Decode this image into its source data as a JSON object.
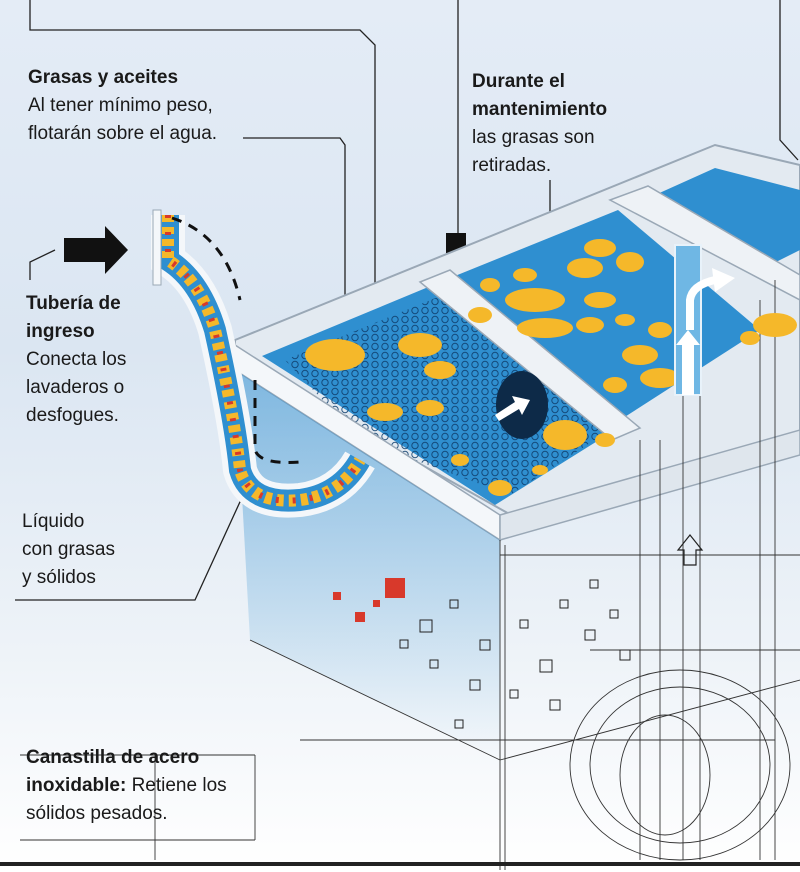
{
  "labels": {
    "grasas": {
      "title": "Grasas y aceites",
      "line1": "Al tener mínimo peso,",
      "line2": "flotarán sobre el agua."
    },
    "mantenimiento": {
      "title1": "Durante el",
      "title2": "mantenimiento",
      "line1": "las grasas son",
      "line2": "retiradas."
    },
    "tuberia": {
      "title1": "Tubería de",
      "title2": "ingreso",
      "line1": "Conecta los",
      "line2": "lavaderos o",
      "line3": "desfogues."
    },
    "liquido": {
      "line1": "Líquido",
      "line2": "con grasas",
      "line3": "y sólidos"
    },
    "canastilla": {
      "title1": "Canastilla de acero",
      "title2": "inoxidable:",
      "line1": " Retiene los",
      "line2": "sólidos pesados."
    }
  },
  "colors": {
    "water": "#2f8fd0",
    "water_dark": "#1b5f9a",
    "grease": "#f5b82a",
    "solids": "#d8392b",
    "tank_wall": "#dfe7ef",
    "line": "#222222"
  },
  "icons": [
    "inflow-arrow-icon",
    "flow-arrow-icon"
  ]
}
